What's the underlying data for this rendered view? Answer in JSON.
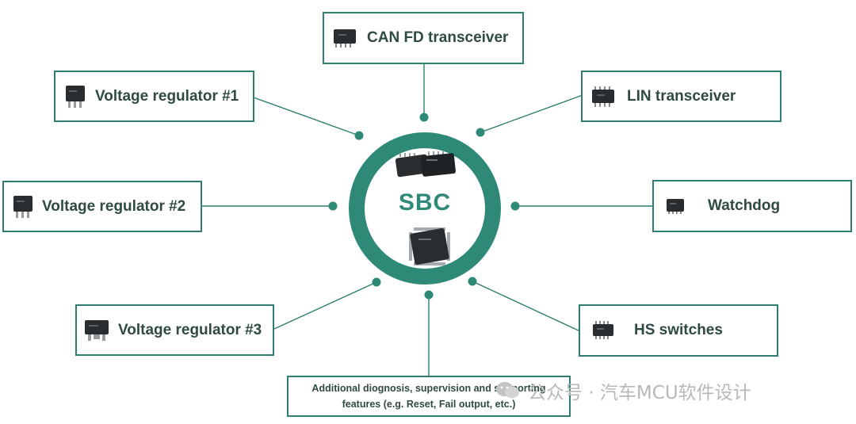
{
  "center": {
    "title": "SBC"
  },
  "nodes": {
    "can_fd": "CAN FD transceiver",
    "vreg1": "Voltage regulator #1",
    "lin": "LIN transceiver",
    "vreg2": "Voltage regulator #2",
    "watchdog": "Watchdog",
    "vreg3": "Voltage regulator #3",
    "hs_switches": "HS switches",
    "additional_line1": "Additional diognosis, supervision and supporting",
    "additional_line2": "features (e.g. Reset, Fail output, etc.)"
  },
  "watermark": "公众号 · 汽车MCU软件设计",
  "colors": {
    "accent": "#2e8a77",
    "border": "#2e7d6f",
    "text": "#2f4a45"
  }
}
